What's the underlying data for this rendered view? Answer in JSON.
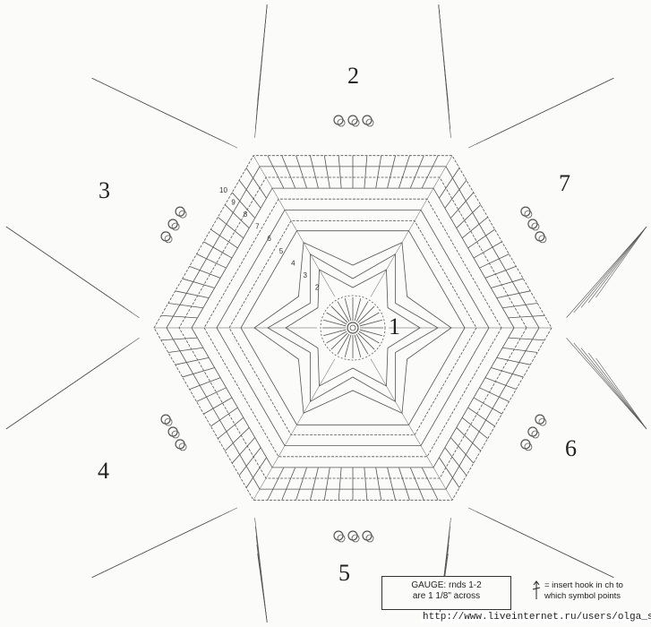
{
  "motif_numbers": [
    "1",
    "2",
    "3",
    "4",
    "5",
    "6",
    "7"
  ],
  "gauge": {
    "line1": "GAUGE:  rnds 1-2",
    "line2": "are 1 1/8\" across"
  },
  "legend": {
    "line1": "= insert hook in ch to",
    "line2": "which symbol points"
  },
  "watermark": "http://www.liveinternet.ru/users/olga_san/",
  "round_labels": [
    "2",
    "3",
    "4",
    "5",
    "6",
    "7",
    "8",
    "9",
    "10"
  ],
  "colors": {
    "ink": "#444444",
    "paper": "#fbfbfa"
  }
}
